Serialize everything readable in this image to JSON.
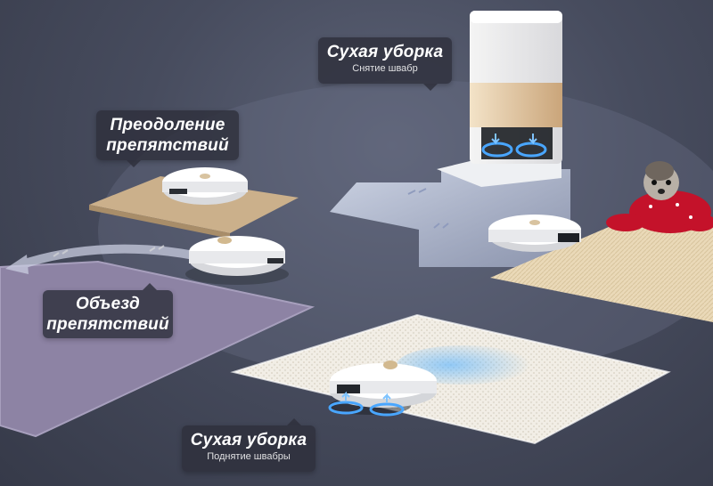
{
  "labels": {
    "dry_clean_top": {
      "title": "Сухая уборка",
      "subtitle": "Снятие швабр"
    },
    "obstacle_climb": {
      "line1": "Преодоление",
      "line2": "препятствий"
    },
    "obstacle_avoid": {
      "line1": "Объезд",
      "line2": "препятствий"
    },
    "dry_clean_bottom": {
      "title": "Сухая уборка",
      "subtitle": "Поднятие швабры"
    }
  },
  "colors": {
    "floor": "#4a4f61",
    "bubble": "#2e303c",
    "accent_blue": "#4aa7ff",
    "dog_outfit": "#c4122a"
  },
  "icons": [
    "dock-station",
    "robot-vacuum",
    "mop-pad",
    "path-arrow",
    "dog"
  ]
}
